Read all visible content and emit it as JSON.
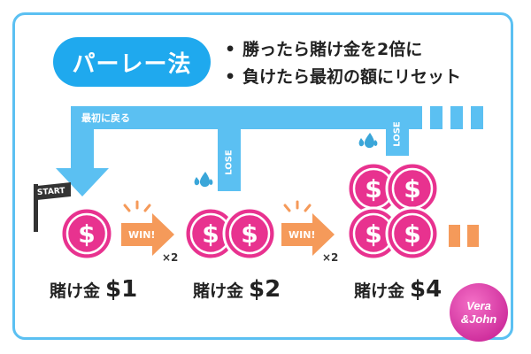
{
  "header": {
    "title": "パーレー法",
    "rules": [
      "勝ったら賭け金を2倍に",
      "負けたら最初の額にリセット"
    ]
  },
  "reset_banner": {
    "label": "最初に戻る"
  },
  "start_flag": {
    "label": "START"
  },
  "steps": [
    {
      "coins": 1,
      "stake_label": "賭け金",
      "stake_amount": "$1"
    },
    {
      "coins": 2,
      "stake_label": "賭け金",
      "stake_amount": "$2"
    },
    {
      "coins": 4,
      "stake_label": "賭け金",
      "stake_amount": "$4"
    }
  ],
  "transitions": [
    {
      "label": "WIN!",
      "multiplier": "×2"
    },
    {
      "label": "WIN!",
      "multiplier": "×2"
    }
  ],
  "lose_markers": [
    {
      "label": "LOSE"
    },
    {
      "label": "LOSE"
    }
  ],
  "coin_symbol": "$",
  "logo": {
    "text": "Vera&John"
  },
  "colors": {
    "frame": "#5bc0f2",
    "title_pill": "#1fa9ee",
    "arrow_blue": "#5bc0f2",
    "coin_pink": "#e8328f",
    "win_arrow": "#f59a5a",
    "drop_blue": "#3aa6d9"
  },
  "icons": [
    "dollar-coin-icon",
    "water-drop-icon",
    "start-flag-icon",
    "sparkle-icon",
    "bullet-icon"
  ]
}
